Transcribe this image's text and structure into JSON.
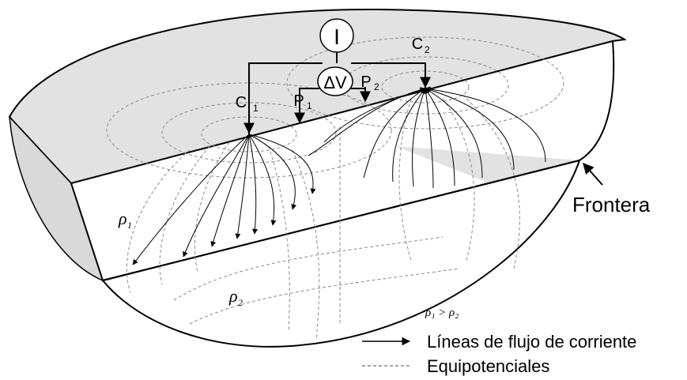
{
  "source": {
    "current": "I",
    "potential": "ΔV"
  },
  "electrodes": {
    "c1": "C",
    "c1_sub": "1",
    "c2": "C",
    "c2_sub": "2",
    "p1": "P",
    "p1_sub": "1",
    "p2": "P",
    "p2_sub": "2"
  },
  "layers": {
    "rho1": "ρ",
    "rho1_sub": "1",
    "rho2": "ρ",
    "rho2_sub": "2",
    "relation": "ρ₁ > ρ₂"
  },
  "boundary_label": "Frontera",
  "legend": {
    "current_lines": "Líneas de flujo de corriente",
    "equipotentials": "Equipotenciales"
  },
  "colors": {
    "face": "#e2e2e2",
    "line": "#000000",
    "dashed": "#8a8a8a"
  }
}
